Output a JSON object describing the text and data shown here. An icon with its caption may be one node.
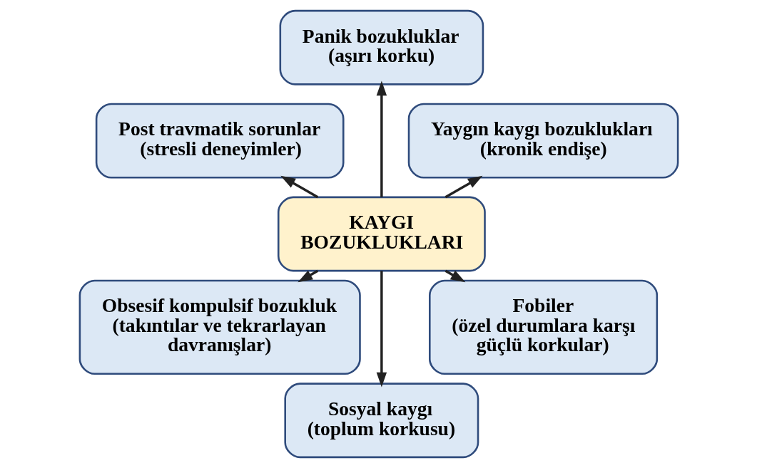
{
  "diagram": {
    "nodes": [
      {
        "text": [
          "KAYGI BOZUKLUKLARI"
        ]
      },
      {
        "text": [
          "Yaygın kaygı bozuklukları",
          "(kronik endişe)"
        ]
      },
      {
        "text": [
          "Panik bozukluklar",
          "(aşırı korku)"
        ]
      },
      {
        "text": [
          "Post travmatik sorunlar",
          "(stresli deneyimler)"
        ]
      },
      {
        "text": [
          "Obsesif kompulsif bozukluk",
          "(takıntılar ve tekrarlayan davranışlar)"
        ]
      },
      {
        "text": [
          "Sosyal kaygı",
          "(toplum korkusu)"
        ]
      },
      {
        "text": [
          "Fobiler",
          "(özel durumlara karşı güçlü korkular)"
        ]
      }
    ],
    "edges": [
      {
        "from": 0,
        "to": 1,
        "arrow": "to"
      },
      {
        "from": 0,
        "to": 2,
        "arrow": "to"
      },
      {
        "from": 0,
        "to": 3,
        "arrow": "to"
      },
      {
        "from": 0,
        "to": 4,
        "arrow": "to"
      },
      {
        "from": 0,
        "to": 5,
        "arrow": "to"
      },
      {
        "from": 0,
        "to": 6,
        "arrow": "to"
      }
    ]
  }
}
